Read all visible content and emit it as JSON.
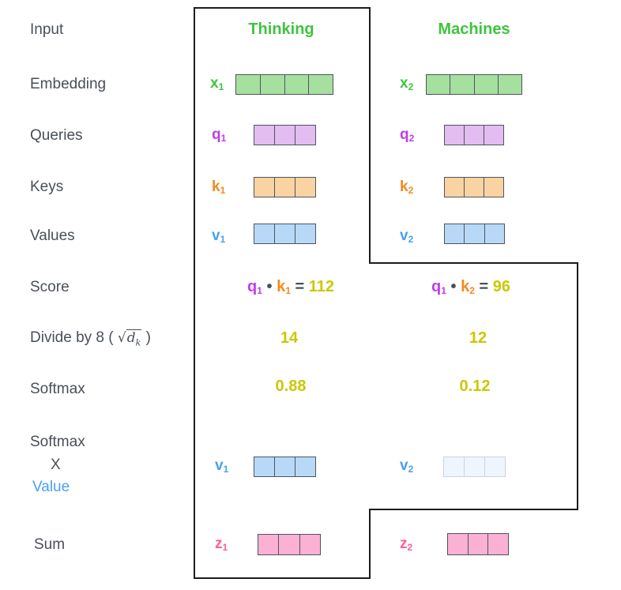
{
  "palette": {
    "outline": "#1c1c1c",
    "label_text": "#494f58",
    "green_text": "#3ec43e",
    "green_fill": "#a5e09e",
    "purple_text": "#c13de8",
    "purple_fill": "#e3bcf2",
    "orange_text": "#f6881d",
    "orange_fill": "#fad3a2",
    "blue_text": "#4a9ff2",
    "blue_fill": "#b7d9f7",
    "pink_text": "#ff5c9d",
    "pink_fill": "#fbb1d3",
    "yellow_text": "#c9c800",
    "cell_border": "#4e555c",
    "faded_fill": "#eff5fc",
    "faded_border": "#ccd3dd"
  },
  "headers": {
    "col1": "Thinking",
    "col2": "Machines"
  },
  "row_labels": {
    "input": "Input",
    "embedding": "Embedding",
    "queries": "Queries",
    "keys": "Keys",
    "values": "Values",
    "score": "Score",
    "divide_prefix": "Divide by 8 (",
    "sqrt_symbol": "√",
    "dk_base": "d",
    "dk_sub": "k",
    "divide_suffix": ")",
    "softmax": "Softmax",
    "softmax_x_line1": "Softmax",
    "softmax_x_line2": "X",
    "softmax_x_line3": "Value",
    "sum": "Sum"
  },
  "vectors": {
    "x1": {
      "base": "x",
      "sub": "1",
      "cells": 4
    },
    "x2": {
      "base": "x",
      "sub": "2",
      "cells": 4
    },
    "q1": {
      "base": "q",
      "sub": "1",
      "cells": 3
    },
    "q2": {
      "base": "q",
      "sub": "2",
      "cells": 3
    },
    "k1": {
      "base": "k",
      "sub": "1",
      "cells": 3
    },
    "k2": {
      "base": "k",
      "sub": "2",
      "cells": 3
    },
    "v1": {
      "base": "v",
      "sub": "1",
      "cells": 3
    },
    "v2": {
      "base": "v",
      "sub": "2",
      "cells": 3
    },
    "v1_weighted": {
      "base": "v",
      "sub": "1",
      "cells": 3
    },
    "v2_weighted": {
      "base": "v",
      "sub": "2",
      "cells": 3
    },
    "z1": {
      "base": "z",
      "sub": "1",
      "cells": 3
    },
    "z2": {
      "base": "z",
      "sub": "2",
      "cells": 3
    }
  },
  "scores": {
    "col1": {
      "q_base": "q",
      "q_sub": "1",
      "dot": "•",
      "k_base": "k",
      "k_sub": "1",
      "equals": "=",
      "value": "112"
    },
    "col2": {
      "q_base": "q",
      "q_sub": "1",
      "dot": "•",
      "k_base": "k",
      "k_sub": "2",
      "equals": "=",
      "value": "96"
    }
  },
  "divide_values": {
    "col1": "14",
    "col2": "12"
  },
  "softmax_values": {
    "col1": "0.88",
    "col2": "0.12"
  }
}
